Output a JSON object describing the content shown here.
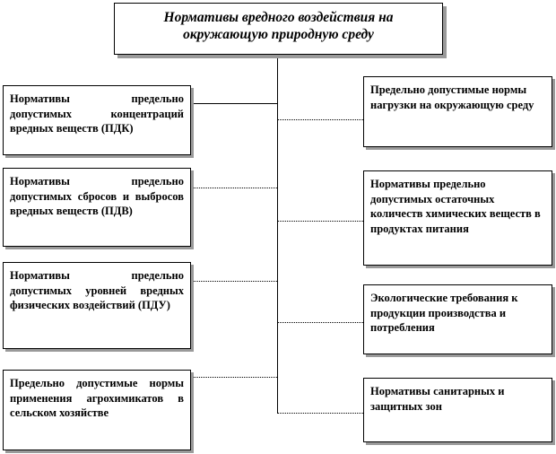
{
  "title": "Нормативы вредного воздействия на окружающую природную среду",
  "left_boxes": [
    "Нормативы предельно допустимых концентраций вредных веществ (ПДК)",
    "Нормативы предельно допустимых сбросов и выбросов вредных веществ (ПДВ)",
    "Нормативы предельно допустимых уровней вредных физических воздействий (ПДУ)",
    "Предельно допустимые нормы применения агрохимикатов в сельском хозяйстве"
  ],
  "right_boxes": [
    "Предельно допустимые нормы нагрузки на окружающую среду",
    "Нормативы предельно допустимых остаточных количеств химических веществ в продуктах питания",
    "Экологические требования к продукции производства и потребления",
    "Нормативы санитарных и защитных зон"
  ]
}
